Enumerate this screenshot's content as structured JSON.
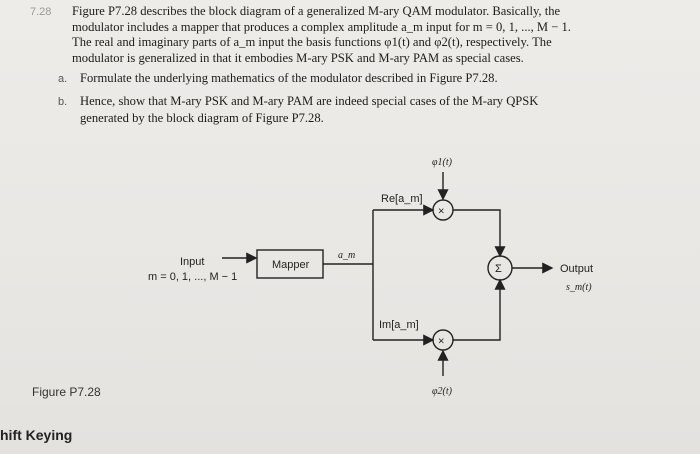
{
  "problem": {
    "number": "7.28",
    "text_line1": "Figure P7.28 describes the block diagram of a generalized M-ary QAM modulator. Basically, the",
    "text_line2": "modulator includes a mapper that produces a complex amplitude a_m input for m = 0, 1, ..., M − 1.",
    "text_line3": "The real and imaginary parts of a_m input the basis functions φ1(t) and φ2(t), respectively. The",
    "text_line4": "modulator is generalized in that it embodies M-ary PSK and M-ary PAM as special cases.",
    "part_a_label": "a.",
    "part_a_text": "Formulate the underlying mathematics of the modulator described in Figure P7.28.",
    "part_b_label": "b.",
    "part_b_line1": "Hence, show that M-ary PSK and M-ary PAM are indeed special cases of the M-ary QPSK",
    "part_b_line2": "generated by the block diagram of Figure P7.28."
  },
  "diagram": {
    "input_label": "Input",
    "input_range": "m = 0, 1, ..., M − 1",
    "mapper_label": "Mapper",
    "am_label": "a_m",
    "re_label": "Re[a_m]",
    "im_label": "Im[a_m]",
    "phi1_label": "φ1(t)",
    "phi2_label": "φ2(t)",
    "multiply_symbol": "×",
    "sum_symbol": "Σ",
    "output_label": "Output",
    "output_signal": "s_m(t)"
  },
  "figure_caption": "Figure P7.28",
  "bottom_text": "hift Keying"
}
